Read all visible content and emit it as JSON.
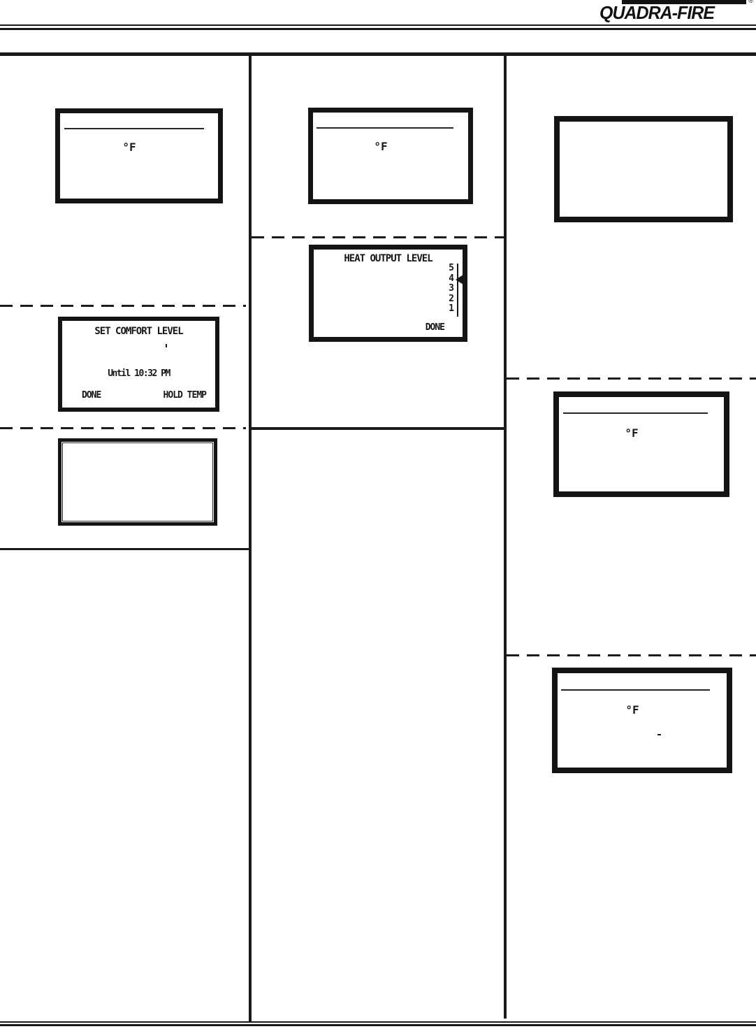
{
  "header": {
    "brand": "QUADRA-FIRE",
    "registered": "®"
  },
  "screens": {
    "room_temp_left": {
      "unit": "°F"
    },
    "room_temp_middle": {
      "unit": "°F"
    },
    "blank_top_right": {},
    "set_comfort_level": {
      "title": "SET COMFORT LEVEL",
      "until": "Until 10:32 PM",
      "done": "DONE",
      "hold_temp": "HOLD TEMP"
    },
    "heat_output_level": {
      "title": "HEAT OUTPUT LEVEL",
      "levels": [
        "5",
        "4",
        "3",
        "2",
        "1"
      ],
      "selected": "4",
      "done": "DONE"
    },
    "blank_left": {},
    "room_temp_right_mid": {
      "unit": "°F"
    },
    "room_temp_right_bottom": {
      "unit": "°F"
    }
  },
  "colors": {
    "ink": "#1a1a1a",
    "paper": "#ffffff"
  }
}
